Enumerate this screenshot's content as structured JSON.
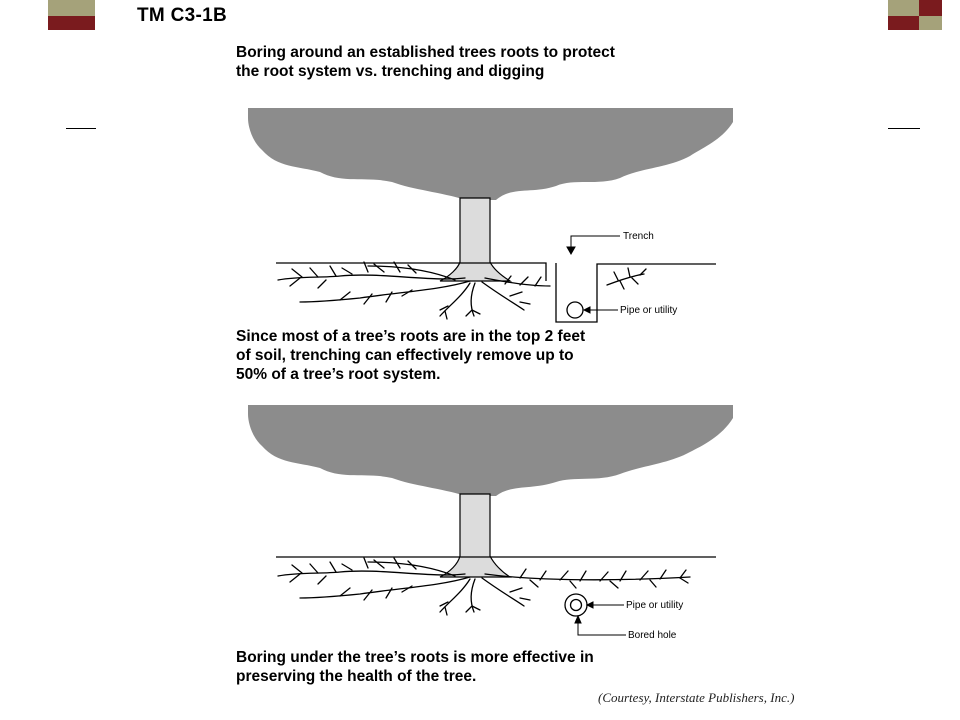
{
  "slide": {
    "title": "TM C3-1B",
    "heading_lines": [
      "Boring around an established trees roots to protect",
      "the root system vs. trenching and digging"
    ]
  },
  "top_diagram": {
    "labels": {
      "trench": "Trench",
      "pipe": "Pipe or utility"
    },
    "caption_lines": [
      "Since most of a tree’s roots are in the top 2 feet",
      "of soil, trenching can effectively remove up to",
      "50% of a tree’s root system."
    ]
  },
  "bottom_diagram": {
    "labels": {
      "pipe": "Pipe or utility",
      "bored_hole": "Bored hole"
    },
    "caption_lines": [
      "Boring under the tree’s roots is more effective in",
      "preserving the health of the tree."
    ]
  },
  "credit": "(Courtesy, Interstate Publishers, Inc.)",
  "colors": {
    "olive": "#A5A27A",
    "maroon": "#7A1B1E",
    "canopy": "#8C8C8C",
    "trunk": "#DCDCDC"
  }
}
